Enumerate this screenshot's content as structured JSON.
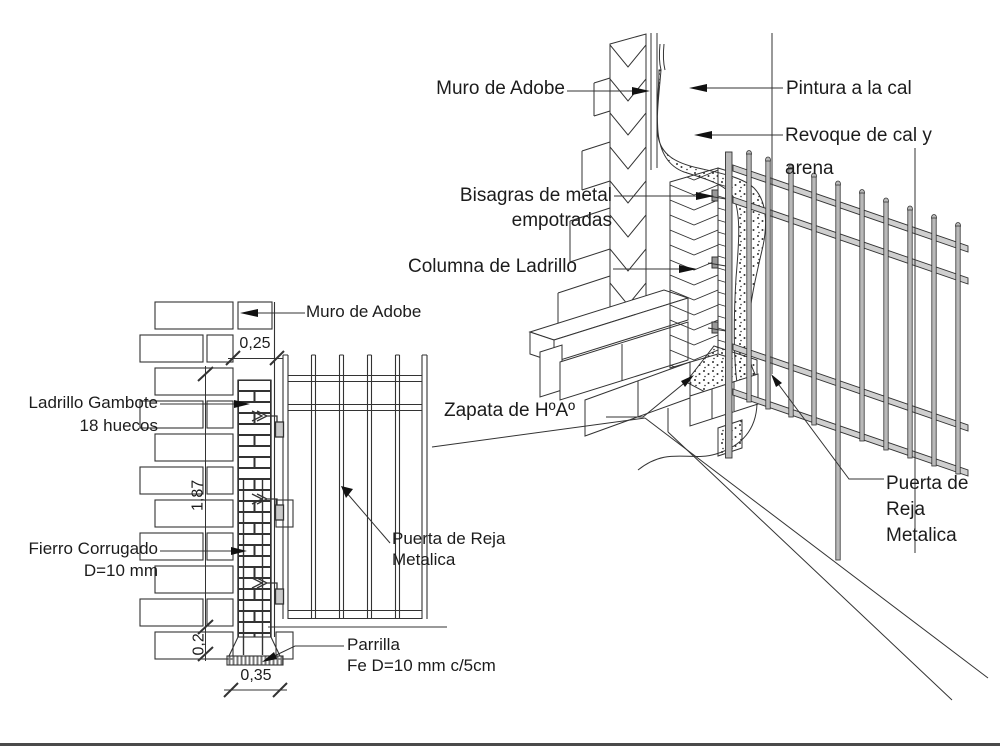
{
  "drawing": {
    "section_view": {
      "labels": {
        "muro_adobe": "Muro de Adobe",
        "ladrillo_line1": "Ladrillo Gambote",
        "ladrillo_line2": "18 huecos",
        "fierro_line1": "Fierro Corrugado",
        "fierro_line2": "D=10 mm",
        "puerta_line1": "Puerta de Reja",
        "puerta_line2": "Metalica",
        "parrilla_line1": "Parrilla",
        "parrilla_line2": "Fe D=10 mm c/5cm"
      },
      "dimensions": {
        "column_width": "0,25",
        "column_height": "1,87",
        "footing_height": "0,2",
        "footing_width": "0,35"
      }
    },
    "iso_view": {
      "labels": {
        "muro_adobe": "Muro de Adobe",
        "pintura": "Pintura a la cal",
        "revoque_line1": "Revoque de cal y",
        "revoque_line2": "arena",
        "bisagras_line1": "Bisagras de metal",
        "bisagras_line2": "empotradas",
        "columna": "Columna de Ladrillo",
        "zapata": "Zapata de HºAº",
        "puerta_line1": "Puerta de",
        "puerta_line2": "Reja",
        "puerta_line3": "Metalica"
      }
    },
    "colors": {
      "line": "#333333",
      "metal_fill": "#b9b9b9",
      "rail_fill": "#cfcfcf",
      "text": "#1c1c1c",
      "page_rule": "#4a4a4a"
    }
  }
}
